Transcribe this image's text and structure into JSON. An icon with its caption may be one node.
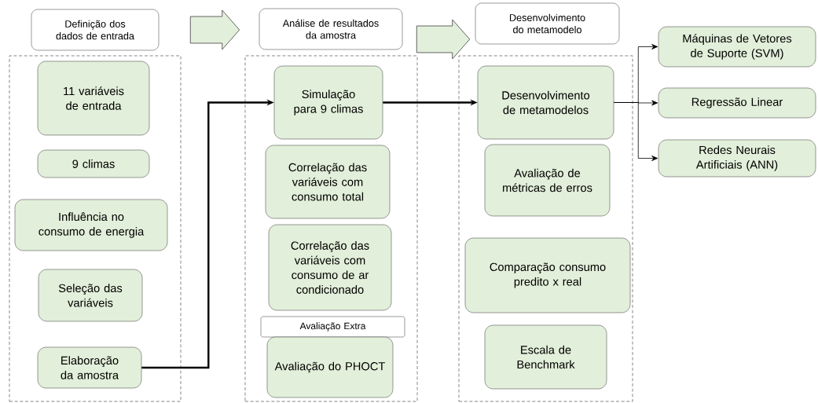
{
  "diagram": {
    "nodes": [
      {
        "text": [
          "Definição dos dados de entrada"
        ]
      },
      {
        "text": [
          "Análise de resultados da amostra"
        ]
      },
      {
        "text": [
          "Desenvolvimento do metamodelo"
        ]
      },
      {
        "text": [],
        "shape": "box"
      },
      {
        "text": [
          "11 variáveis de entrada"
        ],
        "in": 3
      },
      {
        "text": [
          "9 climas"
        ],
        "in": 3
      },
      {
        "text": [
          "Influência no consumo de energia"
        ],
        "in": 3
      },
      {
        "text": [
          "Seleção das variáveis"
        ],
        "in": 3
      },
      {
        "text": [
          "Elaboração da amostra"
        ],
        "in": 3
      },
      {
        "text": [],
        "shape": "box"
      },
      {
        "text": [
          "Simulação para 9 climas"
        ],
        "in": 9
      },
      {
        "text": [
          "Correlação das variáveis com consumo total"
        ],
        "in": 9
      },
      {
        "text": [
          "Correlação das variáveis com consumo de ar condicionado"
        ],
        "in": 9
      },
      {
        "text": [
          "Avaliação Extra"
        ],
        "in": 9
      },
      {
        "text": [
          "Avaliação do PHOCT"
        ],
        "in": 9
      },
      {
        "text": [],
        "shape": "box"
      },
      {
        "text": [
          "Desenvolvimento de metamodelos"
        ],
        "in": 15
      },
      {
        "text": [
          "Avaliação de métricas de erros"
        ],
        "in": 15
      },
      {
        "text": [
          "Comparação consumo predito x real"
        ],
        "in": 15
      },
      {
        "text": [
          "Escala de Benchmark"
        ],
        "in": 15
      },
      {
        "text": [
          "Máquinas de Vetores de Suporte (SVM)"
        ]
      },
      {
        "text": [
          "Regressão Linear"
        ]
      },
      {
        "text": [
          "Redes Neurais Artificiais (ANN)"
        ]
      }
    ],
    "edges": [
      {
        "from": 0,
        "to": 1,
        "arrow": "to"
      },
      {
        "from": 1,
        "to": 2,
        "arrow": "to"
      },
      {
        "from": 8,
        "to": 10,
        "arrow": "to",
        "style": "thick"
      },
      {
        "from": 10,
        "to": 16,
        "arrow": "to",
        "style": "thick"
      },
      {
        "from": 16,
        "to": 20,
        "arrow": "to"
      },
      {
        "from": 16,
        "to": 21,
        "arrow": "to"
      },
      {
        "from": 16,
        "to": 22,
        "arrow": "to"
      }
    ]
  }
}
